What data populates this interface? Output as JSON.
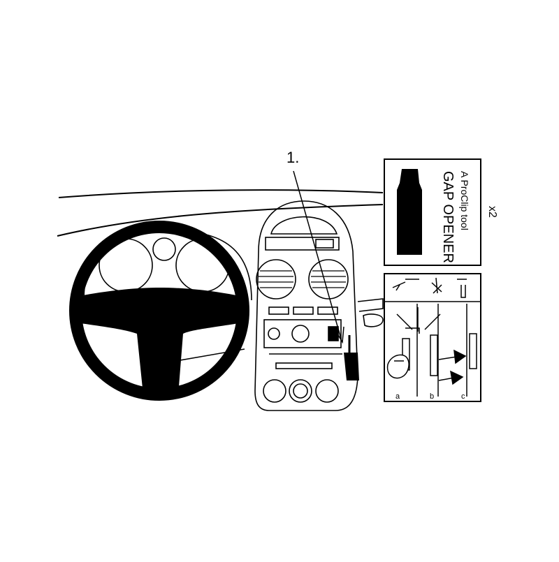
{
  "callout": {
    "step": "1."
  },
  "tool_box": {
    "title": "GAP OPENER",
    "subtitle": "A ProClip tool",
    "quantity": "x2"
  },
  "steps_box": {
    "labels": [
      "a",
      "b",
      "c"
    ]
  },
  "colors": {
    "ink": "#000000",
    "paper": "#ffffff"
  }
}
